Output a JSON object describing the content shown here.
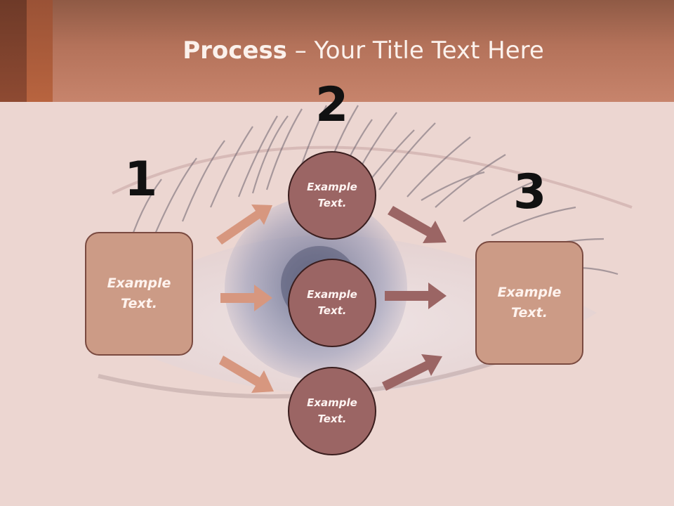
{
  "title": {
    "bold": "Process",
    "rest": " – Your Title Text Here"
  },
  "steps": [
    {
      "number": "1",
      "label": "Example Text."
    },
    {
      "number": "2",
      "label": "Example Text."
    },
    {
      "number": "3",
      "label": "Example Text."
    }
  ],
  "circles": [
    {
      "label": "Example Text."
    },
    {
      "label": "Example Text."
    },
    {
      "label": "Example Text."
    }
  ],
  "colors": {
    "header": "#c7846c",
    "box_fill": "#cc9b86",
    "circle_fill": "#9b6564",
    "arrow_left": "#d7977f",
    "arrow_right": "#9b6564"
  }
}
